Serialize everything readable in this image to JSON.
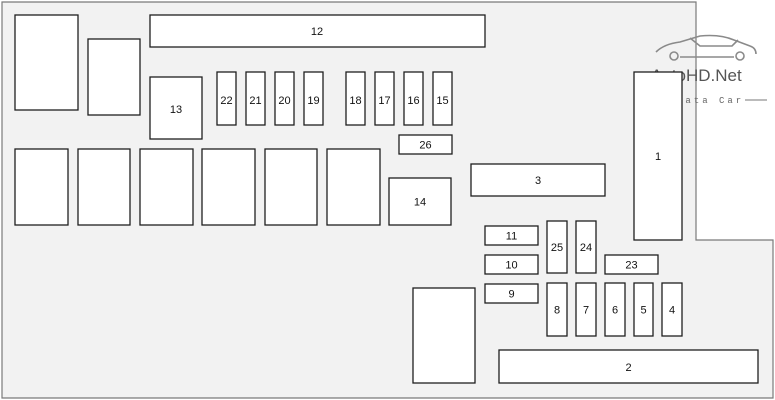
{
  "watermark": {
    "name": "AutoHD.Net",
    "tagline": "Data Car"
  },
  "fuse_labels": {
    "f1": "1",
    "f2": "2",
    "f3": "3",
    "f4": "4",
    "f5": "5",
    "f6": "6",
    "f7": "7",
    "f8": "8",
    "f9": "9",
    "f10": "10",
    "f11": "11",
    "f12": "12",
    "f13": "13",
    "f14": "14",
    "f15": "15",
    "f16": "16",
    "f17": "17",
    "f18": "18",
    "f19": "19",
    "f20": "20",
    "f21": "21",
    "f22": "22",
    "f23": "23",
    "f24": "24",
    "f25": "25",
    "f26": "26"
  },
  "colors": {
    "panel_fill": "#f2f2f2",
    "panel_stroke": "#7a7a7a",
    "box_stroke": "#1f1f1f"
  }
}
